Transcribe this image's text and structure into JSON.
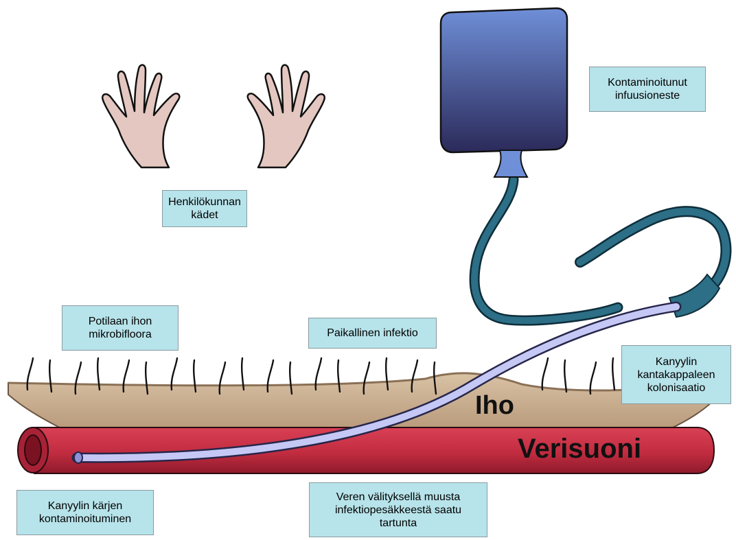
{
  "labels": {
    "hands": "Henkilökunnan\nkädet",
    "infusion": "Kontaminoitunut\ninfuusioneste",
    "skin_flora": "Potilaan ihon\nmikrobifloora",
    "local_infection": "Paikallinen infektio",
    "hub": "Kanyylin\nkantakappaleen\nkolonisaatio",
    "tip": "Kanyylin kärjen\nkontaminoituminen",
    "blood": "Veren välityksellä muusta\ninfektiopesäkkeestä saatu\ntartunta"
  },
  "tissue": {
    "skin": "Iho",
    "vessel": "Verisuoni"
  },
  "colors": {
    "label_bg": "#b7e3ea",
    "skin": "#c4a98a",
    "vessel": "#c62e43",
    "tubing": "#2c6f86",
    "catheter": "#c5c8f5",
    "bag_top": "#6f8fd8",
    "bag_bottom": "#2b2a5a",
    "hand": "#e4c7c0"
  }
}
